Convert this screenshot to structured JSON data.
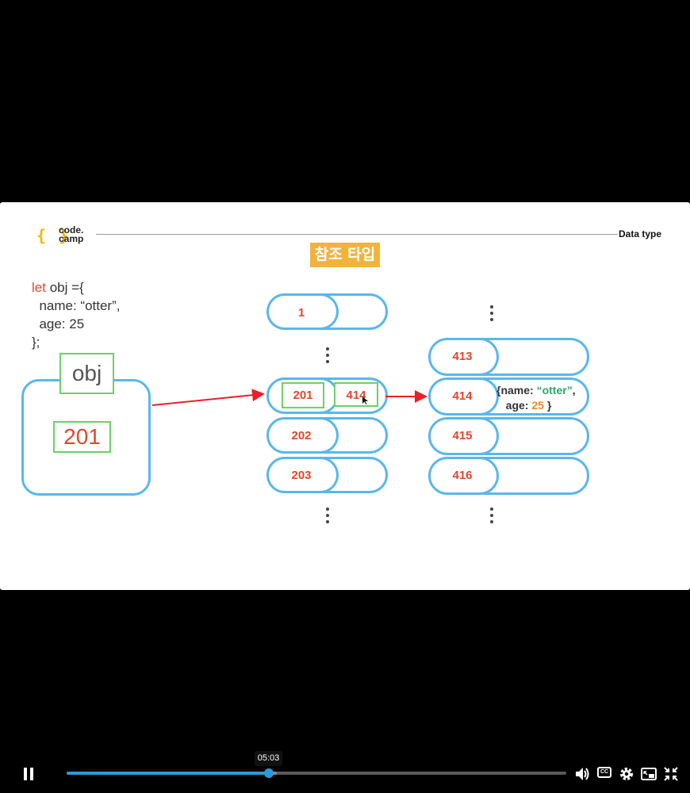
{
  "slide": {
    "logo": {
      "brace": "{ }",
      "text": "code.\ncamp"
    },
    "section_title": "Data type",
    "banner": "참조 타입",
    "code": {
      "keyword": "let",
      "line1_rest": " obj ={",
      "line2": "  name: “otter”,",
      "line3": "  age: 25",
      "line4": "};"
    },
    "variable": {
      "name": "obj",
      "value": "201"
    },
    "middle_column": {
      "top_address": "1",
      "rows": [
        {
          "address": "201",
          "ref_box": "201",
          "ref_value": "414"
        },
        {
          "address": "202"
        },
        {
          "address": "203"
        }
      ]
    },
    "right_column": {
      "rows": [
        {
          "address": "413"
        },
        {
          "address": "414"
        },
        {
          "address": "415"
        },
        {
          "address": "416"
        }
      ],
      "object_literal": {
        "open": "{name: ",
        "name_value": "“otter”",
        "comma": ",",
        "age_label": "   age: ",
        "age_value": "25",
        "close": " }"
      }
    },
    "colors": {
      "accent_blue": "#5ab7ec",
      "highlight_green": "#6fcf6a",
      "address_red": "#e2462c",
      "banner_orange": "#f2b33d",
      "arrow_red": "#e8202a"
    }
  },
  "player": {
    "time_tooltip": "05:03",
    "progress_fraction": 0.405,
    "buffered_fraction": 0.42,
    "icons": [
      "pause-icon",
      "volume-icon",
      "captions-icon",
      "settings-icon",
      "picture-in-picture-icon",
      "exit-fullscreen-icon"
    ],
    "captions_label": "CC"
  }
}
